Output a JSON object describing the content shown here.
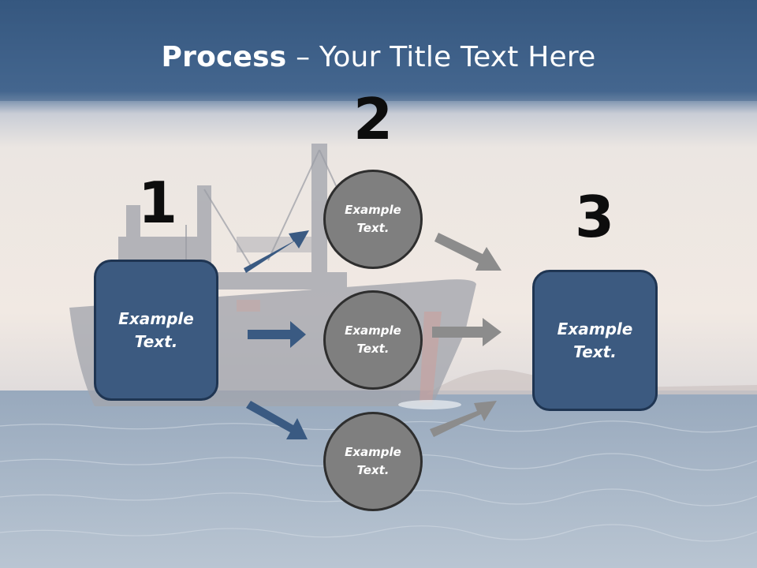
{
  "slide": {
    "title_bold": "Process",
    "title_rest": " – Your Title Text Here"
  },
  "steps": {
    "one": "1",
    "two": "2",
    "three": "3"
  },
  "left_box": {
    "text": "Example\nText."
  },
  "right_box": {
    "text": "Example\nText."
  },
  "circles": [
    {
      "text": "Example\nText."
    },
    {
      "text": "Example\nText."
    },
    {
      "text": "Example\nText."
    }
  ],
  "colors": {
    "header": "#3d5f88",
    "box_fill": "#3c5a80",
    "box_border": "#1f3552",
    "circle_fill": "#7f7f7f",
    "arrow_blue": "#3a5a82",
    "arrow_gray": "#8c8c8c"
  }
}
